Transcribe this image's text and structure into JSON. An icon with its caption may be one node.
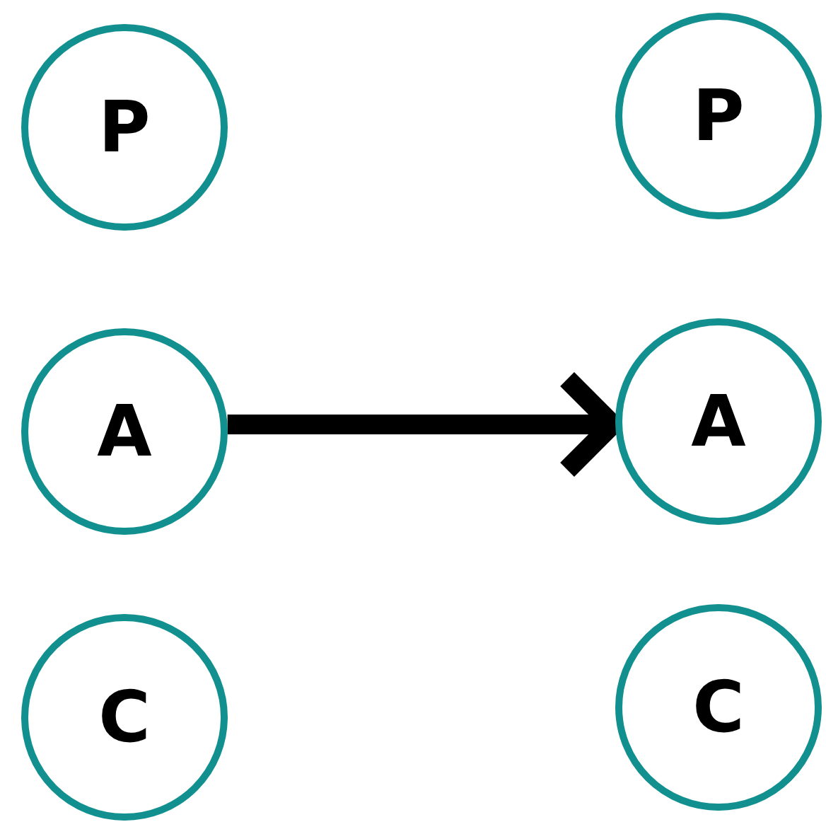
{
  "diagram": {
    "nodes": [
      {
        "text": [
          "P"
        ]
      },
      {
        "text": [
          "A"
        ]
      },
      {
        "text": [
          "C"
        ]
      },
      {
        "text": [
          "P"
        ]
      },
      {
        "text": [
          "A"
        ]
      },
      {
        "text": [
          "C"
        ]
      }
    ],
    "edges": [
      {
        "from": 1,
        "to": 4,
        "arrow": "to"
      }
    ]
  }
}
